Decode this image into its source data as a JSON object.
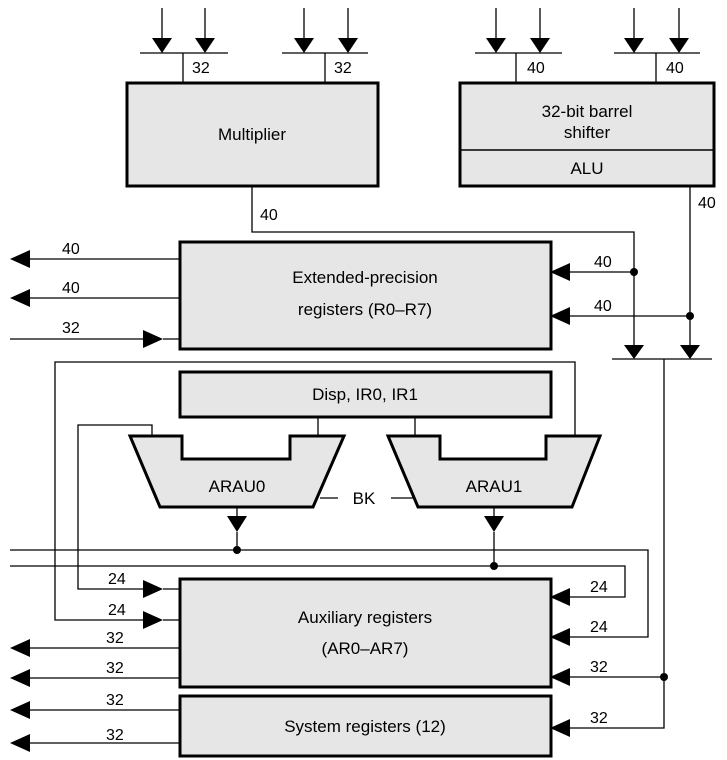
{
  "blocks": {
    "multiplier": "Multiplier",
    "barrel_shifter_line1": "32-bit barrel",
    "barrel_shifter_line2": "shifter",
    "alu": "ALU",
    "ext_regs_line1": "Extended-precision",
    "ext_regs_line2": "registers (R0–R7)",
    "disp": "Disp, IR0, IR1",
    "arau0": "ARAU0",
    "arau1": "ARAU1",
    "bk": "BK",
    "aux_regs_line1": "Auxiliary registers",
    "aux_regs_line2": "(AR0–AR7)",
    "sys_regs": "System registers (12)"
  },
  "bus_widths": {
    "mult_in_a": "32",
    "mult_in_b": "32",
    "alu_in_a": "40",
    "alu_in_b": "40",
    "mult_out": "40",
    "alu_out": "40",
    "ext_out_1": "40",
    "ext_out_2": "40",
    "ext_in_left": "32",
    "ext_in_right_1": "40",
    "ext_in_right_2": "40",
    "aux_in_left_1": "24",
    "aux_in_left_2": "24",
    "aux_in_right_1": "24",
    "aux_in_right_2": "24",
    "aux_out_1": "32",
    "aux_out_2": "32",
    "aux_in_right_3": "32",
    "sys_out_1": "32",
    "sys_out_2": "32",
    "sys_in_right": "32"
  }
}
